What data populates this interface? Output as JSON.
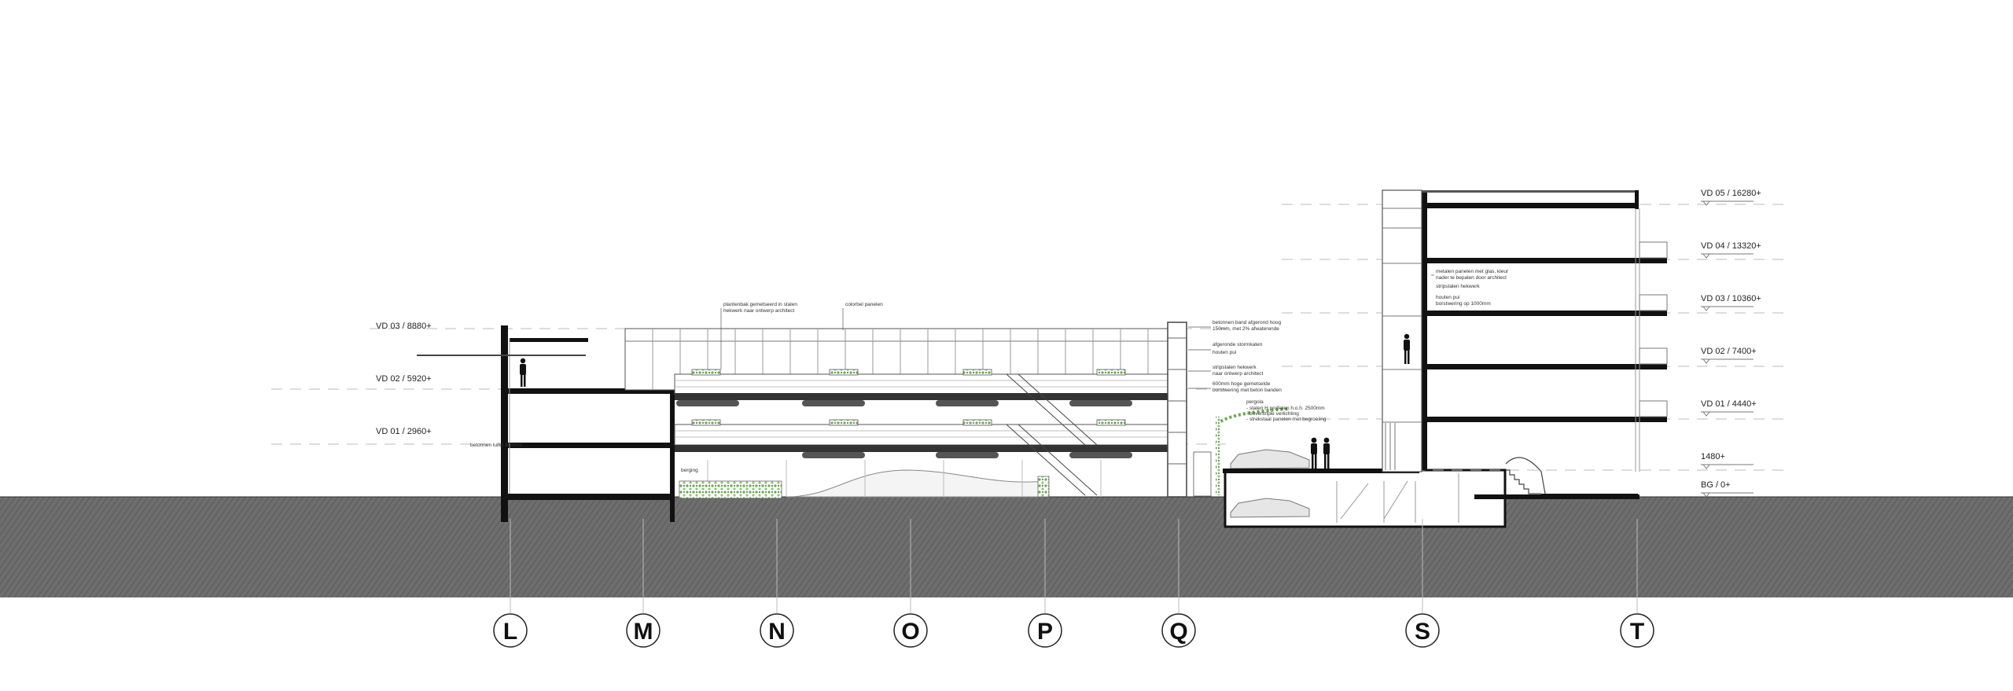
{
  "levels_left": [
    {
      "id": "vd03-left",
      "label": "VD 03 / 8880+"
    },
    {
      "id": "vd02-left",
      "label": "VD 02 / 5920+"
    },
    {
      "id": "vd01-left",
      "label": "VD 01 / 2960+"
    }
  ],
  "levels_right": [
    {
      "id": "vd05-right",
      "label": "VD 05 / 16280+"
    },
    {
      "id": "vd04-right",
      "label": "VD 04 / 13320+"
    },
    {
      "id": "vd03-right",
      "label": "VD 03 / 10360+"
    },
    {
      "id": "vd02-right",
      "label": "VD 02 / 7400+"
    },
    {
      "id": "vd01-right",
      "label": "VD 01 / 4440+"
    },
    {
      "id": "lvl-1480",
      "label": "1480+"
    },
    {
      "id": "bg-0",
      "label": "BG / 0+"
    }
  ],
  "grid_labels": [
    "L",
    "M",
    "N",
    "O",
    "P",
    "Q",
    "S",
    "T"
  ],
  "notes": {
    "betonnen_luifel": "betonnen luifel 400mm",
    "berging": "berging",
    "plantenbak_1": "plantenbak gemetseerd in stalen",
    "plantenbak_2": "hekwerk naar ontwerp architect",
    "colorbel": "colorbel panelen",
    "betonnen_band_1": "betonnen band afgerond hoog",
    "betonnen_band_2": "150mm, met 2% afwaterende",
    "afgeronde": "afgeronde stormkaten",
    "houten_pui": "houten pui",
    "strip_1": "stripstalen hekwerk",
    "strip_2": "naar ontwerp architect",
    "borst_1": "600mm hoge gemetselde",
    "borst_2": "borstwering met beton banden",
    "pergola_title": "pergola",
    "pergola_1": "- stalen H profielen h.o.h. 2500mm",
    "pergola_2": "- boventriple verlichting",
    "pergola_3": "- strekstaal panelen met begroeiing",
    "metal_1": "metalen panelen met glas, kleur",
    "metal_2": "nader te bepalen door architect",
    "strip_s": "stripstalen hekwerk",
    "houten_s_1": "houten pui",
    "houten_s_2": "borstwering op 1000mm"
  }
}
